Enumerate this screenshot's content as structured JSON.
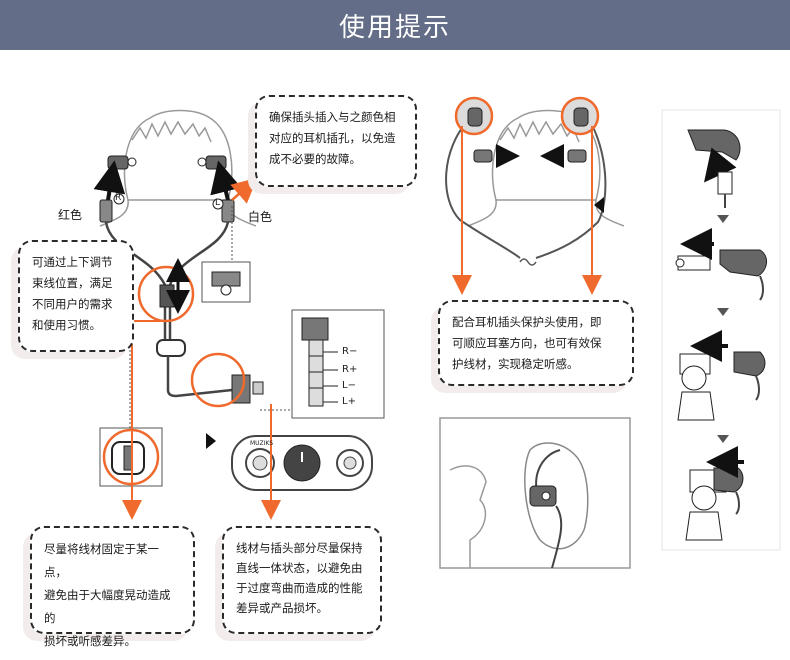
{
  "page_title": "使用提示",
  "labels": {
    "red": "红色",
    "white": "白色",
    "right_mark": "R",
    "left_mark": "L"
  },
  "plug_pins": [
    "R−",
    "R+",
    "L−",
    "L+"
  ],
  "device_brand": "MUZIKS",
  "callouts": {
    "match_jack": "确保插头插入与之颜色相\n对应的耳机插孔，以免造\n成不必要的故障。",
    "adjust_cinch": "可通过上下调节\n束线位置，满足\n不同用户的需求\n和使用习惯。",
    "ear_hook": "配合耳机插头保护头使用，即\n可顺应耳塞方向，也可有效保\n护线材，实现稳定听感。",
    "fix_cable": "尽量将线材固定于某一点，\n避免由于大幅度晃动造成的\n损坏或听感差异。",
    "keep_straight": "线材与插头部分尽量保持\n直线一体状态，以避免由\n于过度弯曲而造成的性能\n差异或产品损坏。"
  },
  "colors": {
    "banner": "#636d88",
    "accent": "#ef6a2c",
    "line": "#2a2a2a"
  }
}
